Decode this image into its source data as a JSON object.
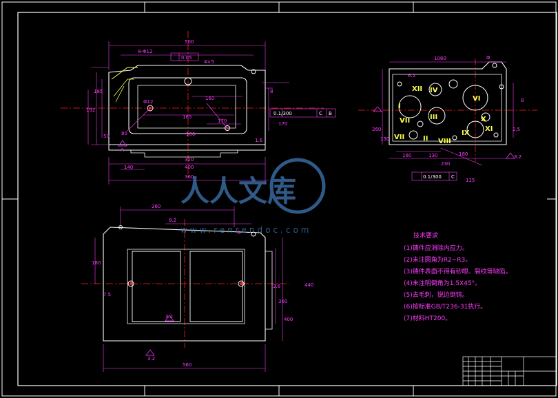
{
  "drawing": {
    "dims_main_view": [
      "500",
      "8-Φ12",
      "0.05",
      "4×5",
      "185",
      "192",
      "Φ12",
      "185",
      "160",
      "170",
      "8",
      "170",
      "100",
      "80",
      "140",
      "400",
      "50",
      "1.6",
      "320",
      "360"
    ],
    "dims_side_view": [
      "1080",
      "6.2",
      "Φ",
      "8",
      "260",
      "130",
      "160",
      "130",
      "180",
      "2.5",
      "230",
      "115",
      "3.2"
    ],
    "dims_bottom_view": [
      "260",
      "8.2",
      "8",
      "180",
      "7.5",
      "3.6",
      "360",
      "400",
      "440",
      "3.2",
      "3.2",
      "560"
    ],
    "datum_a": "A",
    "tolerance_main": {
      "value": "0.1/300",
      "datum_c": "C",
      "datum_b": "B"
    },
    "tolerance_side": {
      "value": "0.1/300",
      "datum": "C"
    },
    "roman_labels": [
      "XII",
      "IV",
      "I",
      "VI",
      "VII",
      "III",
      "X",
      "VII",
      "II",
      "VIII",
      "IX",
      "XI"
    ],
    "tech_requirements": {
      "title": "技术要求",
      "items": [
        "(1)铸件应消除内应力。",
        "(2)未注圆角为R2~R3。",
        "(3)铸件表面不得有砂眼、裂纹等缺陷。",
        "(4)未注明倒角为1.5X45°。",
        "(5)去毛刺，锐边倒钝。",
        "(6)按标准GB/T236-31执行。",
        "(7)材料HT200。"
      ]
    },
    "watermark": {
      "text": "人人文库",
      "url": "www.renrendoc.com"
    }
  }
}
